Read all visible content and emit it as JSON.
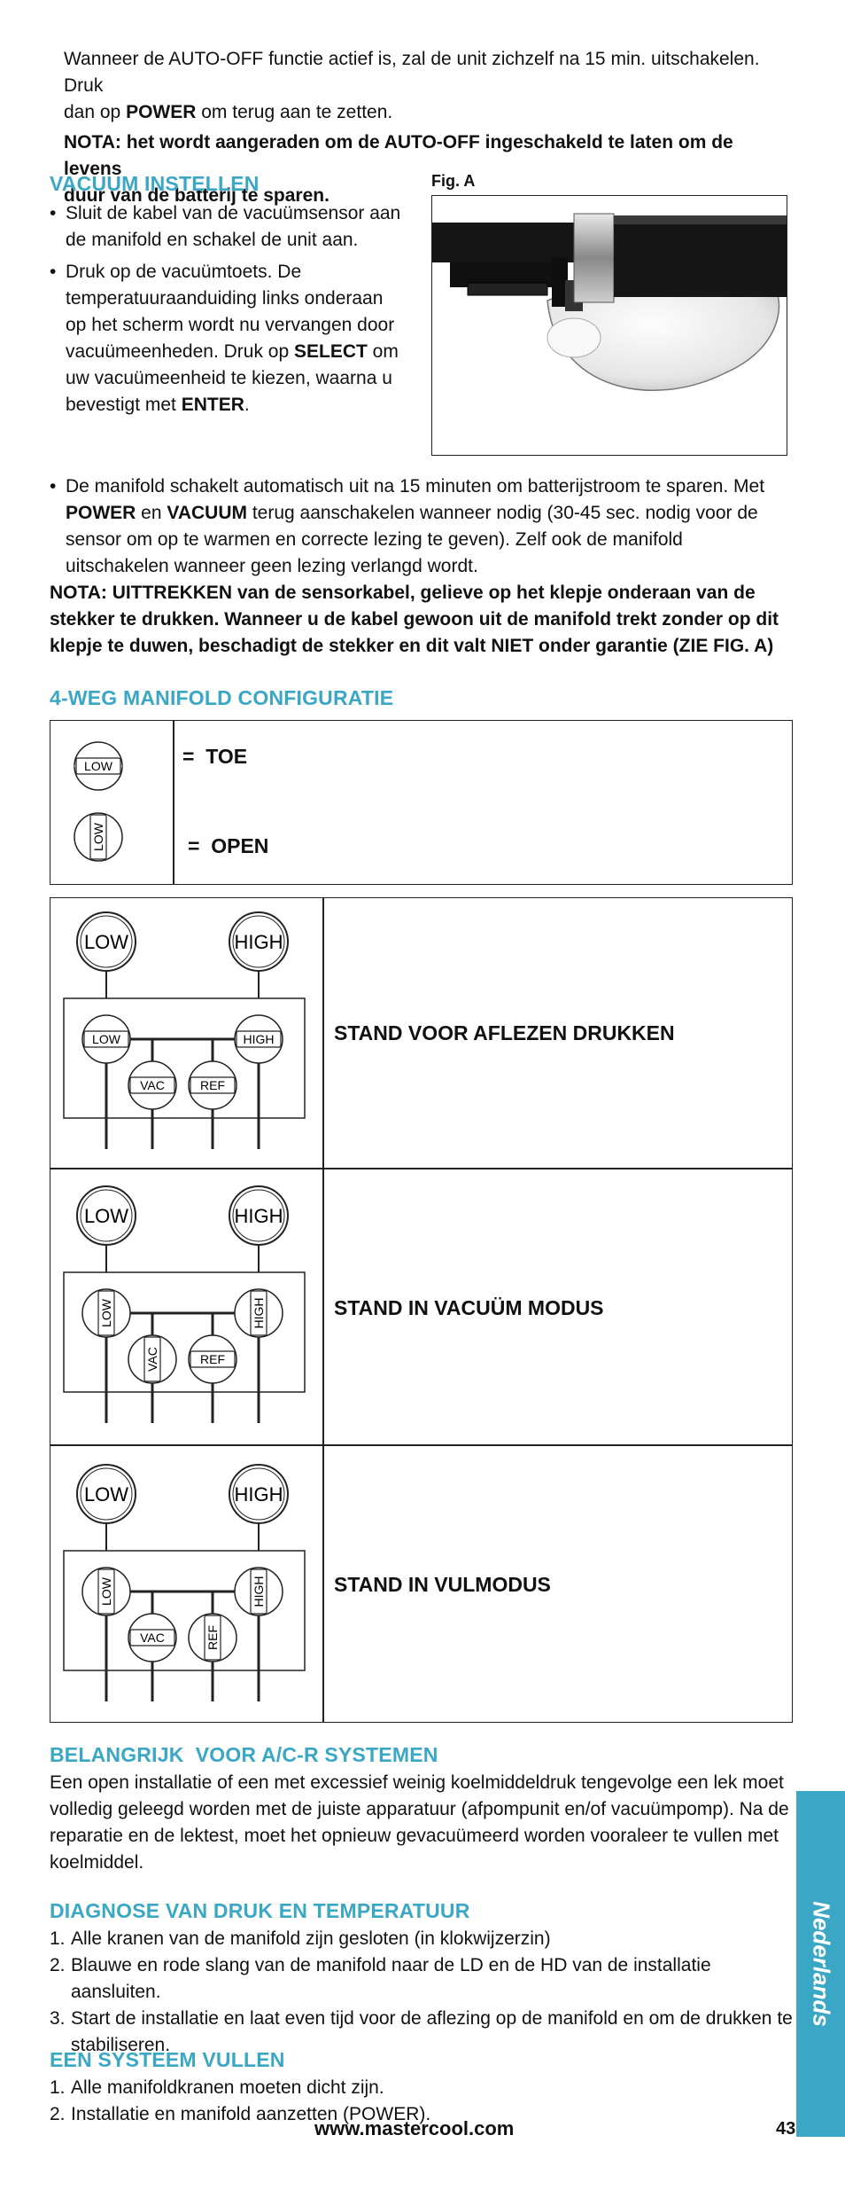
{
  "intro": {
    "line1": "Wanneer de AUTO-OFF functie actief is, zal de unit zichzelf na 15 min. uitschakelen. Druk",
    "line2_a": "dan op ",
    "line2_b": "POWER",
    "line2_c": " om terug aan te zetten.",
    "nota1": "NOTA: het wordt aangeraden om de AUTO-OFF ingeschakeld te laten om de levens",
    "nota2": "duur van de batterij te sparen."
  },
  "vacuum": {
    "heading": "VACUUM INSTELLEN",
    "b1_l1": "Sluit de kabel van de vacuümsensor aan",
    "b1_l2": "de manifold en schakel de unit aan.",
    "b2_l1": "Druk op de vacuümtoets. De",
    "b2_l2": "temperatuuraanduiding links onderaan",
    "b2_l3": "op het scherm wordt nu vervangen door",
    "b2_l4a": "vacuümeenheden. Druk op ",
    "b2_l4b": "SELECT",
    "b2_l4c": " om",
    "b2_l5": "uw vacuümeenheid te kiezen, waarna u",
    "b2_l6a": "bevestigt met ",
    "b2_l6b": "ENTER",
    "b2_l6c": ".",
    "fig_label": "Fig. A",
    "b3_l1": "De manifold schakelt automatisch uit na 15 minuten om batterijstroom te sparen. Met",
    "b3_l2a": "POWER",
    "b3_l2b": " en ",
    "b3_l2c": "VACUUM",
    "b3_l2d": " terug aanschakelen wanneer nodig (30-45 sec. nodig voor de",
    "b3_l3": "sensor om op te warmen en correcte lezing te geven). Zelf ook de manifold",
    "b3_l4": "uitschakelen wanneer geen lezing verlangd wordt.",
    "nota_l1": "NOTA: UITTREKKEN van de sensorkabel, gelieve op het klepje onderaan van de",
    "nota_l2": "stekker te drukken. Wanneer u de kabel gewoon uit de manifold trekt zonder op dit",
    "nota_l3": "klepje te duwen, beschadigt de stekker en dit valt NIET onder garantie (ZIE FIG. A)"
  },
  "manifold": {
    "heading": "4-WEG MANIFOLD CONFIGURATIE",
    "legend_valve_label": "LOW",
    "legend_closed": "=  TOE",
    "legend_open": "=  OPEN",
    "gauge_low": "LOW",
    "gauge_high": "HIGH",
    "valve_low": "LOW",
    "valve_high": "HIGH",
    "valve_vac": "VAC",
    "valve_ref": "REF",
    "row1": "STAND VOOR AFLEZEN DRUKKEN",
    "row2": "STAND IN VACUÜM MODUS",
    "row3": "STAND IN VULMODUS"
  },
  "belangrijk": {
    "heading": "BELANGRIJK  VOOR A/C-R SYSTEMEN",
    "l1": "Een open installatie of een met excessief weinig koelmiddeldruk tengevolge een lek moet",
    "l2": "volledig geleegd worden met de juiste apparatuur (afpompunit en/of vacuümpomp). Na de",
    "l3": "reparatie en de lektest, moet het opnieuw gevacuümeerd worden vooraleer te vullen met",
    "l4": "koelmiddel."
  },
  "diagnose": {
    "heading": "DIAGNOSE VAN DRUK EN TEMPERATUUR",
    "n1": "1.",
    "i1": "Alle kranen van de manifold zijn gesloten (in klokwijzerzin)",
    "n2": "2.",
    "i2": "Blauwe en rode slang van de manifold naar de LD en de HD van de installatie aansluiten.",
    "n3": "3.",
    "i3a": "Start de installatie en laat even tijd voor de aflezing op de manifold en om de drukken te",
    "i3b": "stabiliseren."
  },
  "vullen": {
    "heading": "EEN SYSTEEM VULLEN",
    "n1": "1.",
    "i1": "Alle manifoldkranen moeten dicht zijn.",
    "n2": "2.",
    "i2": "Installatie en manifold aanzetten (POWER)."
  },
  "footer": {
    "url": "www.mastercool.com",
    "page": "43",
    "language_tab": "Nederlands"
  },
  "colors": {
    "accent": "#3aa8c4"
  }
}
